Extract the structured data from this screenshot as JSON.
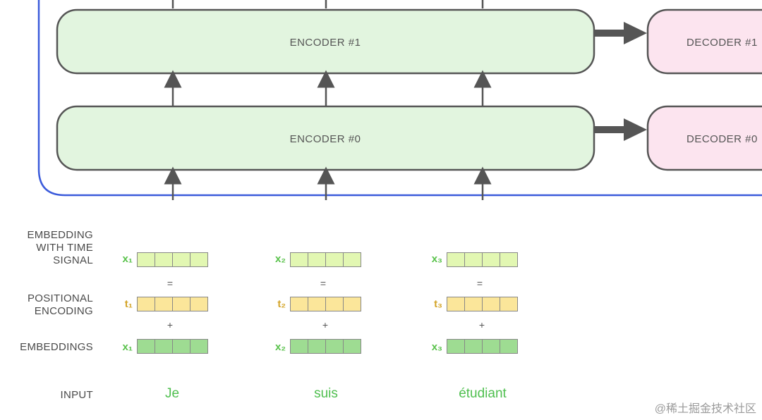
{
  "encoders": [
    {
      "label": "ENCODER #1"
    },
    {
      "label": "ENCODER #0"
    }
  ],
  "decoders": [
    {
      "label": "DECODER #1"
    },
    {
      "label": "DECODER #0"
    }
  ],
  "row_labels": {
    "embedding_with_time_signal": [
      "EMBEDDING",
      "WITH TIME",
      "SIGNAL"
    ],
    "positional_encoding": [
      "POSITIONAL",
      "ENCODING"
    ],
    "embeddings": "EMBEDDINGS",
    "input": "INPUT"
  },
  "operators": {
    "equals": "=",
    "plus": "+"
  },
  "columns": [
    {
      "x_sub": "x₁",
      "t_sub": "t₁",
      "word": "Je"
    },
    {
      "x_sub": "x₂",
      "t_sub": "t₂",
      "word": "suis"
    },
    {
      "x_sub": "x₃",
      "t_sub": "t₃",
      "word": "étudiant"
    }
  ],
  "colors": {
    "encoder_fill": "#e2f5df",
    "decoder_fill": "#fce4ef",
    "box_stroke": "#555555",
    "frame": "#3b5bdb",
    "time_signal": "#e2f7b2",
    "positional": "#fbe69a",
    "embedding": "#9edc92",
    "green_text": "#59c24b",
    "gold_text": "#d4a52a"
  },
  "watermark": "@稀土掘金技术社区"
}
